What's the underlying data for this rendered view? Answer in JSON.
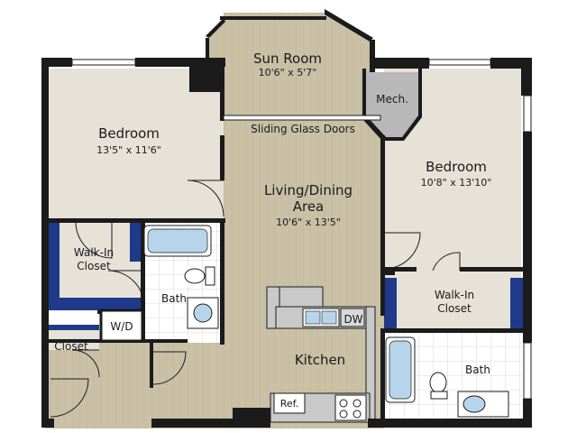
{
  "plan": {
    "rooms": {
      "sun_room": {
        "name": "Sun Room",
        "dims": "10'6\" x 5'7\""
      },
      "bedroom_left": {
        "name": "Bedroom",
        "dims": "13'5\" x 11'6\""
      },
      "bedroom_right": {
        "name": "Bedroom",
        "dims": "10'8\" x 13'10\""
      },
      "living_dining": {
        "name_line1": "Living/Dining",
        "name_line2": "Area",
        "dims": "10'6\" x 13'5\""
      },
      "kitchen": {
        "name": "Kitchen"
      },
      "mech": {
        "name": "Mech."
      },
      "walkin_left": {
        "line1": "Walk-In",
        "line2": "Closet"
      },
      "walkin_right": {
        "line1": "Walk-In",
        "line2": "Closet"
      },
      "bath_left": {
        "name": "Bath"
      },
      "bath_right": {
        "name": "Bath"
      },
      "closet": {
        "name": "Closet"
      },
      "wd": {
        "name": "W/D"
      }
    },
    "labels": {
      "sliding_doors": "Sliding Glass Doors",
      "dw": "DW",
      "ref": "Ref."
    },
    "colors": {
      "wall": "#1b1b1b",
      "floor_wood": "#c9c0a6",
      "floor_carpet": "#e6e2d8",
      "closet_blue": "#1f3a8a",
      "tile": "#ffffff",
      "fixture": "#b7d5ea"
    }
  }
}
